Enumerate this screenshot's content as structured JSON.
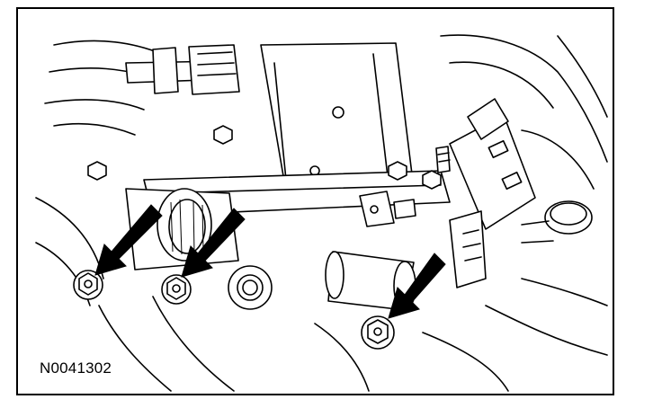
{
  "figure": {
    "id_label": "N0041302"
  },
  "colors": {
    "ink": "#000000",
    "paper": "#ffffff"
  },
  "callouts": [
    {
      "name": "bolt-left",
      "icon": "arrow-down-left-icon"
    },
    {
      "name": "bolt-center",
      "icon": "arrow-down-left-icon"
    },
    {
      "name": "bolt-right",
      "icon": "arrow-down-left-icon"
    }
  ]
}
